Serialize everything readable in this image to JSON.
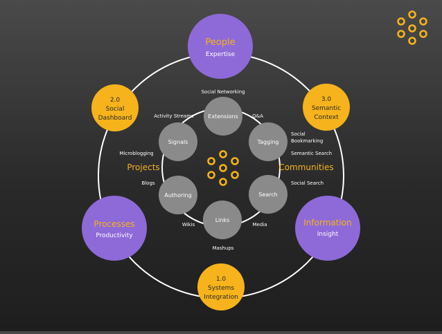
{
  "colors": {
    "purple": "#8e6ad8",
    "gold": "#f6b31b",
    "gray_node": "#8a8a8a",
    "ring": "#ffffff",
    "label_white": "#ffffff",
    "label_dark": "#2a2a2a"
  },
  "logo_icon": "ring-of-dots-logo",
  "outer_nodes": {
    "people": {
      "title": "People",
      "subtitle": "Expertise"
    },
    "social_dashboard": {
      "line1": "2.0",
      "line2": "Social",
      "line3": "Dashboard"
    },
    "semantic_context": {
      "line1": "3.0",
      "line2": "Semantic",
      "line3": "Context"
    },
    "processes": {
      "title": "Processes",
      "subtitle": "Productivity"
    },
    "information": {
      "title": "Information",
      "subtitle": "Insight"
    },
    "systems_integration": {
      "line1": "1.0",
      "line2": "Systems",
      "line3": "Integration"
    }
  },
  "inner_nodes": {
    "extensions": "Extensions",
    "tagging": "Tagging",
    "search": "Search",
    "links": "Links",
    "authoring": "Authoring",
    "signals": "Signals"
  },
  "center_labels": {
    "projects": "Projects",
    "communities": "Communities"
  },
  "labels": {
    "social_networking": "Social Networking",
    "activity_streams": "Activity Streams",
    "qa": "Q&A",
    "social_bookmarking_1": "Social",
    "social_bookmarking_2": "Bookmarking",
    "semantic_search": "Semantic Search",
    "microblogging": "Microblogging",
    "blogs": "Blogs",
    "social_search": "Social Search",
    "wikis": "Wikis",
    "media": "Media",
    "mashups": "Mashups"
  }
}
